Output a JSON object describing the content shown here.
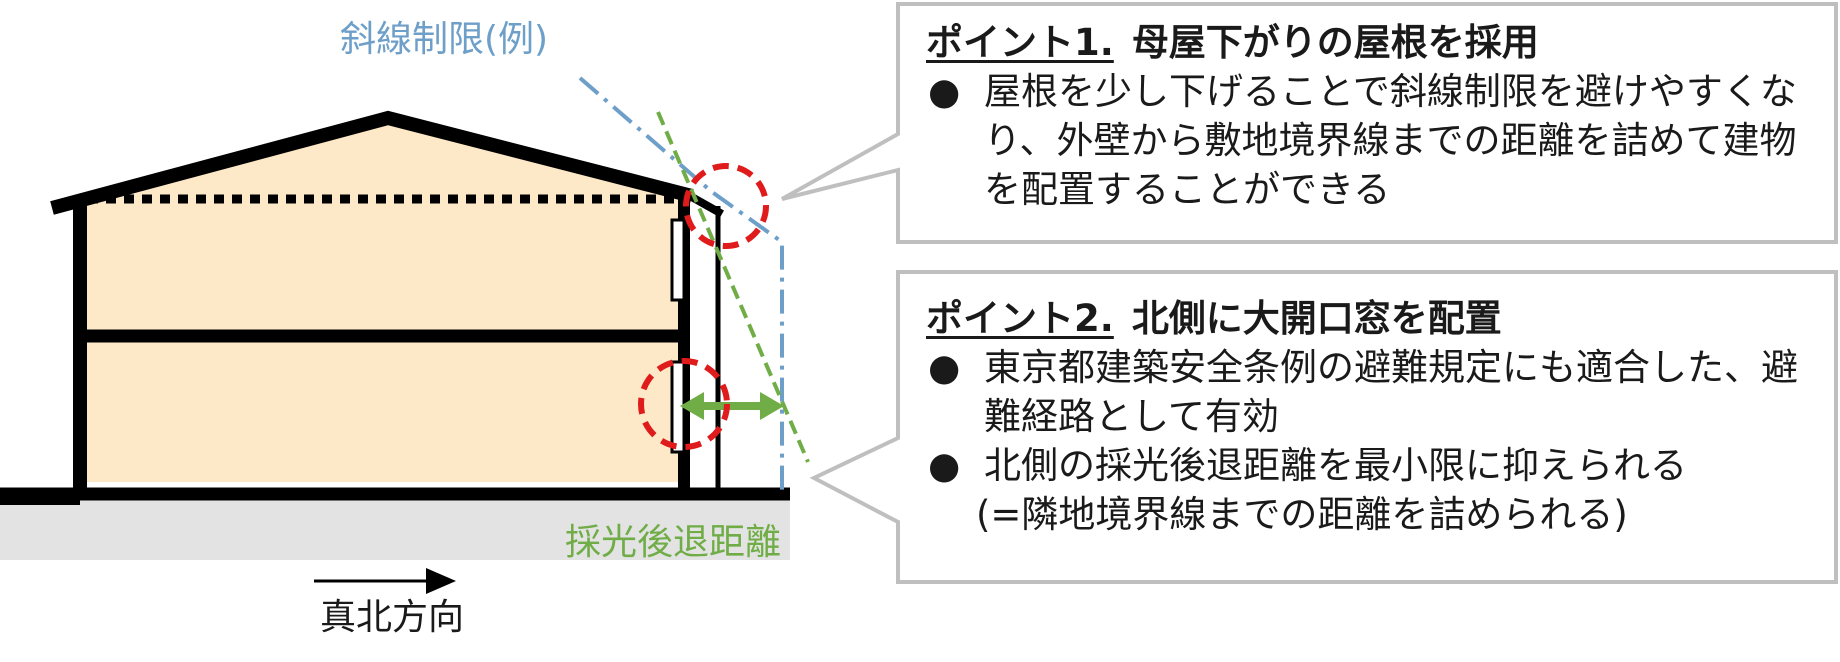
{
  "diagram": {
    "slant_label": "斜線制限(例)",
    "setback_label": "採光後退距離",
    "north_label": "真北方向"
  },
  "points": [
    {
      "number": "ポイント1.",
      "title": "母屋下がりの屋根を採用",
      "bullet": "●",
      "items": [
        "屋根を少し下げることで斜線制限を避けやすくなり、外壁から敷地境界線までの距離を詰めて建物を配置することができる"
      ],
      "note": ""
    },
    {
      "number": "ポイント2.",
      "title": "北側に大開口窓を配置",
      "bullet": "●",
      "items": [
        "東京都建築安全条例の避難規定にも適合した、避難経路として有効",
        "北側の採光後退距離を最小限に抑えられる"
      ],
      "note": "(=隣地境界線までの距離を詰められる)"
    }
  ],
  "colors": {
    "house_fill": "#fde8c8",
    "ground": "#e3e3e3",
    "slant_line": "#6e9fc8",
    "setback_line": "#70ad47",
    "highlight_circle": "#e01b1b",
    "box_border": "#bfbfbf"
  }
}
